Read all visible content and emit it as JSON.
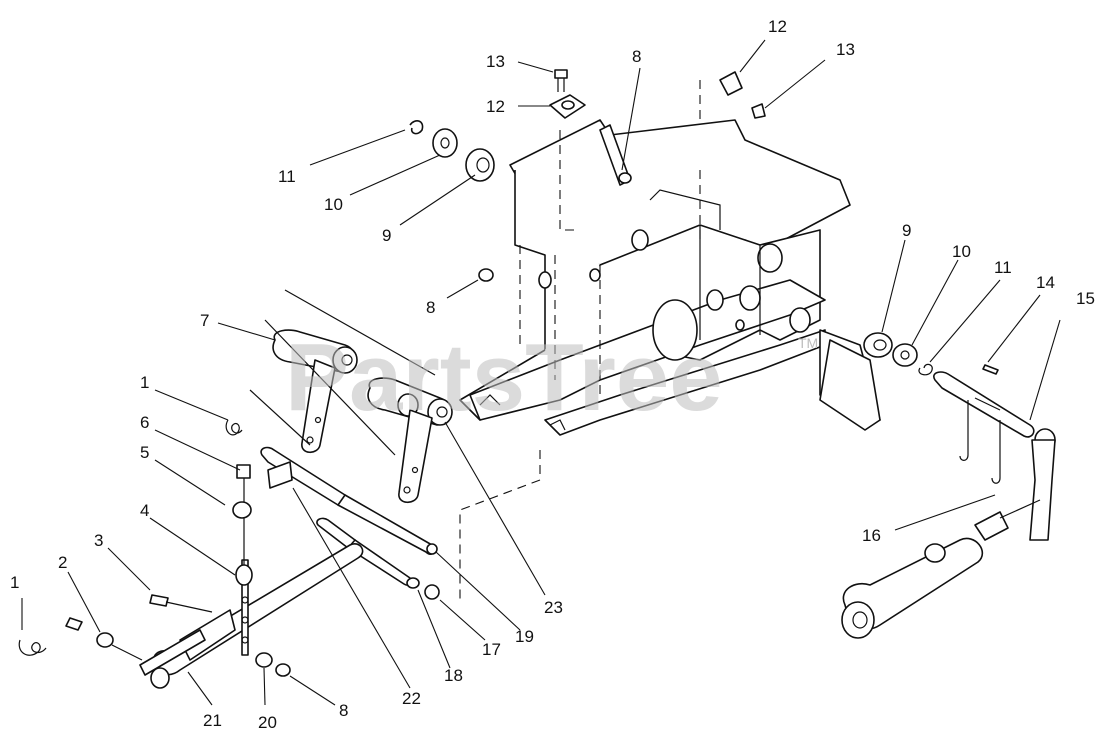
{
  "diagram": {
    "watermark": "PartsTree",
    "watermark_tm": "TM",
    "callouts": [
      {
        "label": "1"
      },
      {
        "label": "2"
      },
      {
        "label": "3"
      },
      {
        "label": "4"
      },
      {
        "label": "5"
      },
      {
        "label": "6"
      },
      {
        "label": "1"
      },
      {
        "label": "7"
      },
      {
        "label": "8"
      },
      {
        "label": "9"
      },
      {
        "label": "10"
      },
      {
        "label": "11"
      },
      {
        "label": "12"
      },
      {
        "label": "13"
      },
      {
        "label": "8"
      },
      {
        "label": "12"
      },
      {
        "label": "13"
      },
      {
        "label": "9"
      },
      {
        "label": "10"
      },
      {
        "label": "11"
      },
      {
        "label": "14"
      },
      {
        "label": "15"
      },
      {
        "label": "16"
      },
      {
        "label": "17"
      },
      {
        "label": "18"
      },
      {
        "label": "19"
      },
      {
        "label": "20"
      },
      {
        "label": "8"
      },
      {
        "label": "21"
      },
      {
        "label": "22"
      },
      {
        "label": "23"
      }
    ]
  }
}
